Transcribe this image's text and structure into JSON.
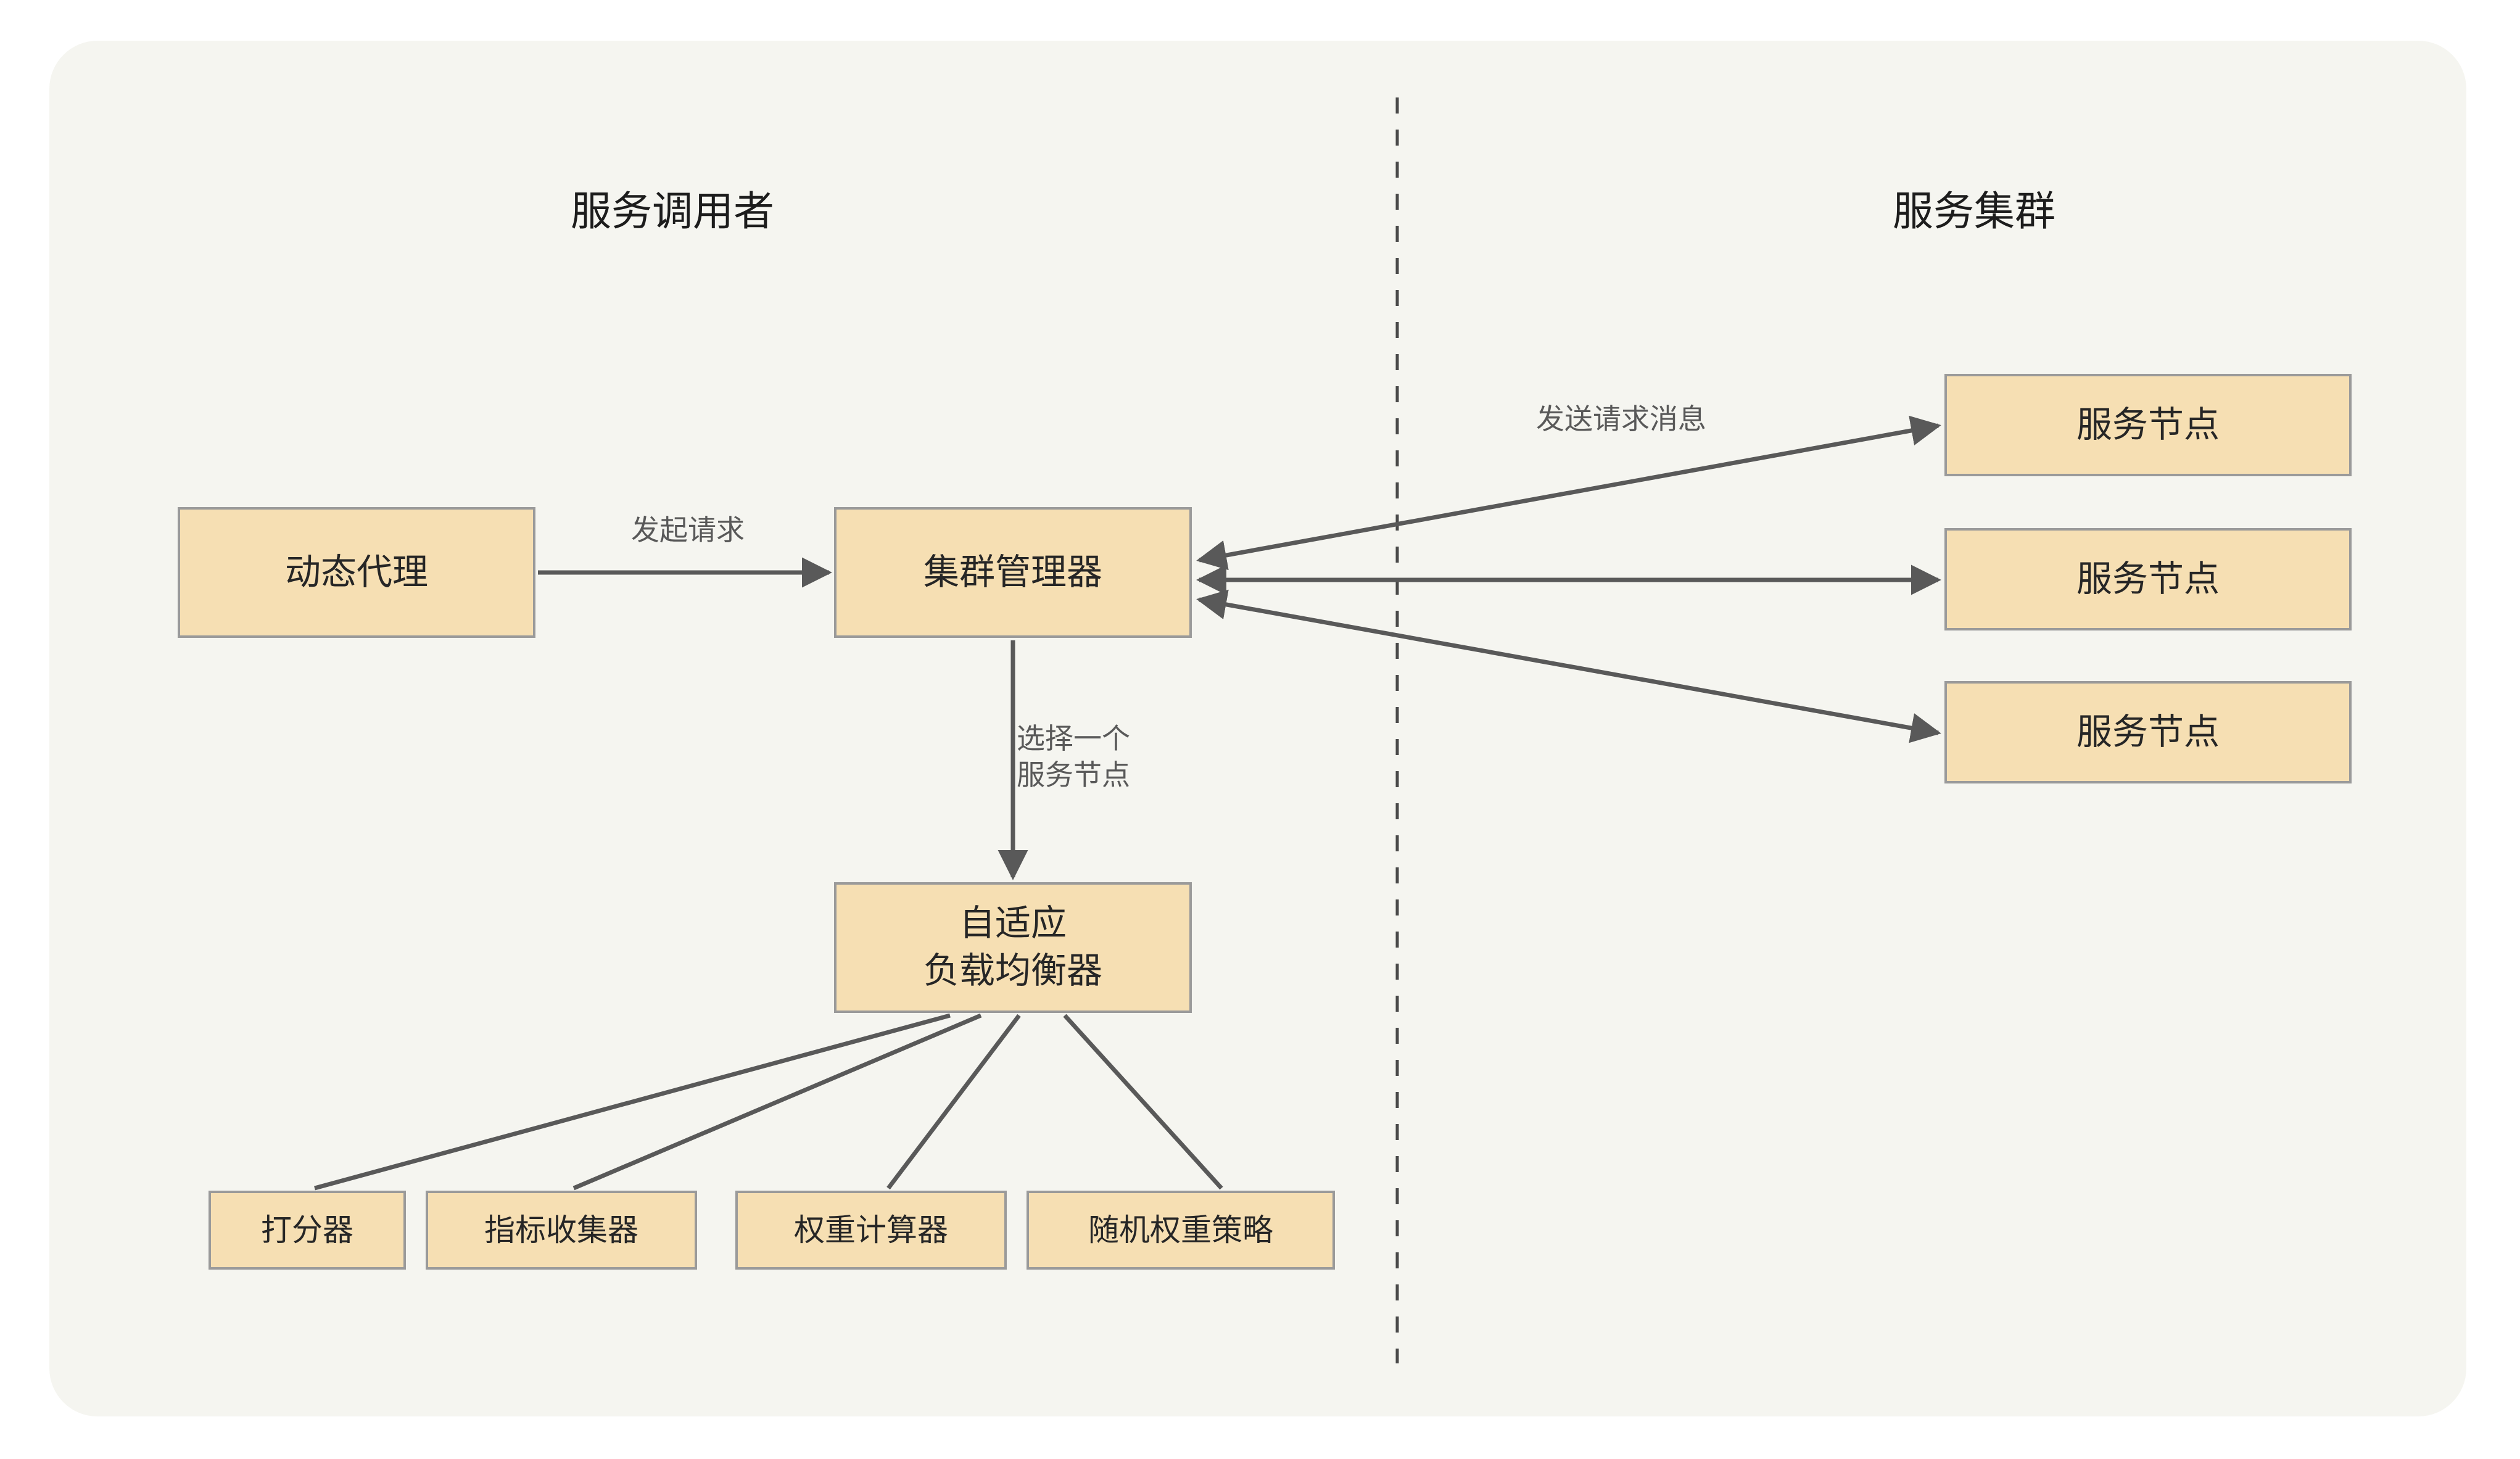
{
  "diagram": {
    "title_left": "服务调用者",
    "title_right": "服务集群",
    "background_color": "#f5f5f0",
    "node_fill": "#f6dfb3",
    "node_border": "#9a9a9a",
    "edge_color": "#595959",
    "divider": {
      "style": "dashed",
      "orientation": "vertical"
    }
  },
  "lanes": [
    {
      "name": "caller",
      "title": "服务调用者"
    },
    {
      "name": "cluster",
      "title": "服务集群"
    }
  ],
  "nodes": {
    "dynamic_proxy": "动态代理",
    "cluster_manager": "集群管理器",
    "load_balancer": "自适应\n负载均衡器",
    "scorer": "打分器",
    "metric_collector": "指标收集器",
    "weight_calculator": "权重计算器",
    "random_weight_strategy": "随机权重策略",
    "service_nodes": [
      "服务节点",
      "服务节点",
      "服务节点"
    ]
  },
  "edge_labels": {
    "initiate_request": "发起请求",
    "select_one_service_node": "选择一个\n服务节点",
    "send_request_message": "发送请求消息"
  },
  "edges": [
    {
      "from": "dynamic_proxy",
      "to": "cluster_manager",
      "label": "发起请求",
      "arrow": "single"
    },
    {
      "from": "cluster_manager",
      "to": "load_balancer",
      "label": "选择一个\n服务节点",
      "arrow": "single"
    },
    {
      "from": "cluster_manager",
      "to": "service_node_0",
      "label": "发送请求消息",
      "arrow": "double"
    },
    {
      "from": "cluster_manager",
      "to": "service_node_1",
      "label": "",
      "arrow": "double"
    },
    {
      "from": "cluster_manager",
      "to": "service_node_2",
      "label": "",
      "arrow": "double"
    },
    {
      "from": "load_balancer",
      "to": "scorer",
      "label": "",
      "arrow": "none"
    },
    {
      "from": "load_balancer",
      "to": "metric_collector",
      "label": "",
      "arrow": "none"
    },
    {
      "from": "load_balancer",
      "to": "weight_calculator",
      "label": "",
      "arrow": "none"
    },
    {
      "from": "load_balancer",
      "to": "random_weight_strategy",
      "label": "",
      "arrow": "none"
    }
  ]
}
